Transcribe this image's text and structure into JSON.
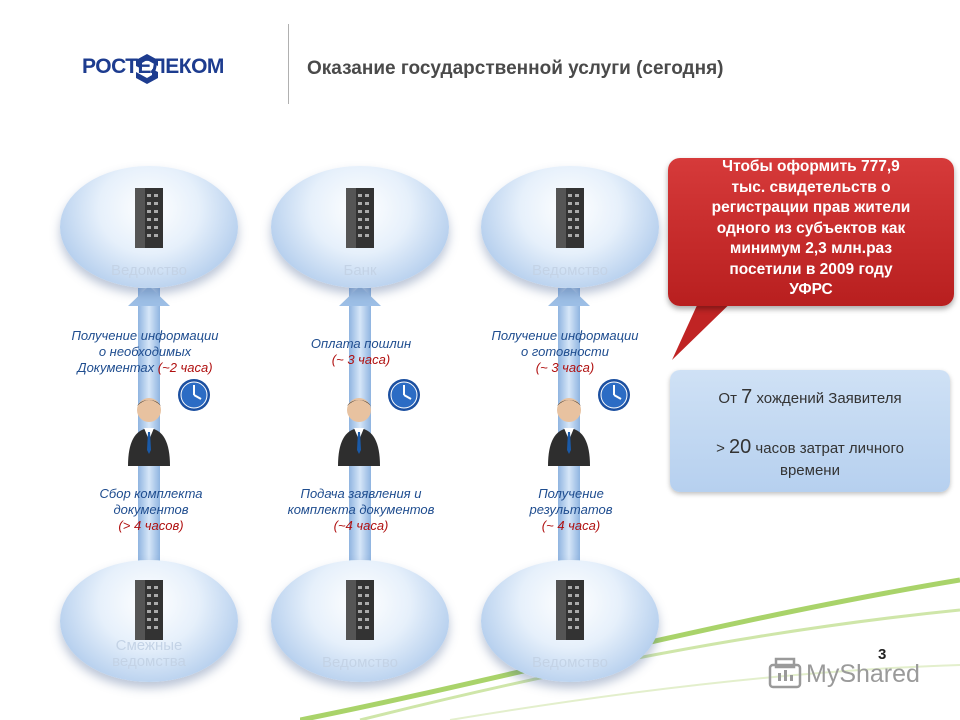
{
  "header": {
    "logo_text": "РОСТЕЛЕКОМ",
    "title": "Оказание государственной услуги (сегодня)"
  },
  "nodes": {
    "top": [
      "Ведомство",
      "Банк",
      "Ведомство"
    ],
    "bottom_1_line1": "Смежные",
    "bottom_1_line2": "ведомства",
    "bottom_2": "Ведомство",
    "bottom_3": "Ведомство"
  },
  "steps_upper": [
    {
      "line1": "Получение информации",
      "line2": "о необходимых",
      "line3": "Документах",
      "time": "(~2 часа)"
    },
    {
      "line1": "Оплата пошлин",
      "time": "(~ 3 часа)"
    },
    {
      "line1": "Получение информации",
      "line2": "о готовности",
      "time": "(~ 3 часа)"
    }
  ],
  "steps_lower": [
    {
      "line1": "Сбор комплекта",
      "line2": "документов",
      "time": "(> 4 часов)"
    },
    {
      "line1": "Подача заявления и",
      "line2": "комплекта документов",
      "time": "(~4 часа)"
    },
    {
      "line1": "Получение",
      "line2": "результатов",
      "time": "(~ 4 часа)"
    }
  ],
  "callout": {
    "lines": [
      "Чтобы оформить 777,9",
      "тыс. свидетельств о",
      "регистрации прав жители",
      "одного из субъектов как",
      "минимум 2,3 млн.раз",
      "посетили в 2009 году",
      "УФРС"
    ]
  },
  "info": {
    "l1_pre": "От",
    "l1_num": "7",
    "l1_post": "хождений Заявителя",
    "l2_pre": ">",
    "l2_num": "20",
    "l2_post": "часов затрат личного",
    "l3": "времени"
  },
  "page_number": "3",
  "watermark": "MyShared",
  "colors": {
    "brand_blue": "#1d3c8f",
    "step_blue": "#1f4d8f",
    "time_red": "#b01010",
    "callout_red": "#c62828"
  }
}
